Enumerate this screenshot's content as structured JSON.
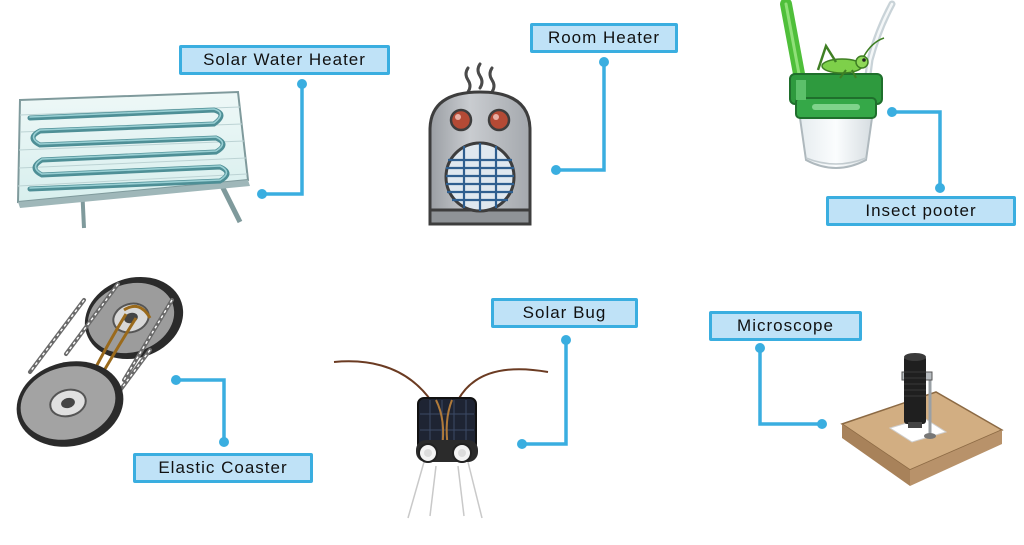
{
  "colors": {
    "label_fill": "#bfe2f7",
    "connector": "#3aaee0",
    "heater_body": "#b8bcc0",
    "pooter_green": "#2e9a3e",
    "wood": "#c8a57a"
  },
  "items": [
    {
      "label": "Solar Water Heater",
      "icon": "solar-water-heater-illustration"
    },
    {
      "label": "Room Heater",
      "icon": "room-heater-illustration"
    },
    {
      "label": "Insect pooter",
      "icon": "insect-pooter-illustration"
    },
    {
      "label": "Elastic Coaster",
      "icon": "elastic-coaster-illustration"
    },
    {
      "label": "Solar Bug",
      "icon": "solar-bug-illustration"
    },
    {
      "label": "Microscope",
      "icon": "microscope-illustration"
    }
  ]
}
